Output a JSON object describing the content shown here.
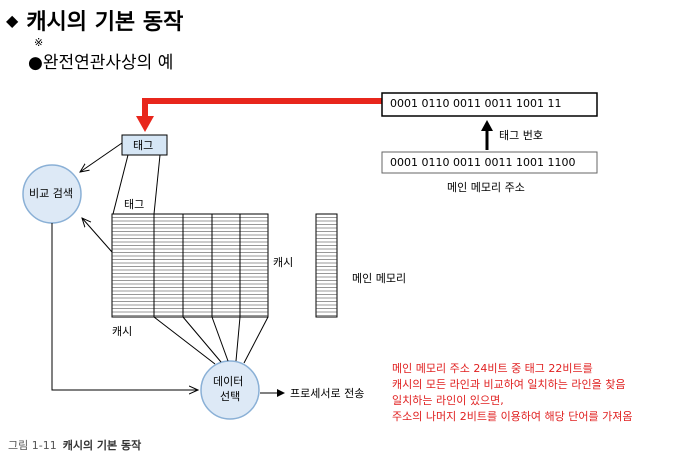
{
  "title": "캐시의 기본 동작",
  "title_marker": "◆",
  "deco_glyph": "※",
  "bullet_marker": "●",
  "bullet_text": "완전연관사상의 예",
  "diagram": {
    "tag_field_address": "0001  0110  0011  0011  1001  11",
    "tag_number_label": "태그 번호",
    "main_memory_address": "0001  0110  0011  0011  1001  1100",
    "main_memory_address_label": "메인 메모리 주소",
    "tag_box_label": "태그",
    "compare_label": "비교 검색",
    "tag_column_label": "태그",
    "cache_label_right": "캐시",
    "cache_label_bottom": "캐시",
    "main_memory_label": "메인 메모리",
    "data_select_line1": "데이터",
    "data_select_line2": "선택",
    "to_processor_label": "프로세서로 전송"
  },
  "note_lines": [
    "메인 메모리 주소 24비트 중 태그 22비트를",
    "캐시의 모든 라인과 비교하여 일치하는 라인을 찾음",
    "일치하는 라인이 있으면,",
    "주소의 나머지 2비트를 이용하여 해당 단어를 가져옴"
  ],
  "caption_number": "그림 1-11",
  "caption_text": "캐시의 기본 동작",
  "colors": {
    "highlight_arrow": "#e8261c",
    "note_text": "#e02020",
    "circle_fill": "#dde9f6",
    "tag_box_fill": "#d6e6f5"
  }
}
